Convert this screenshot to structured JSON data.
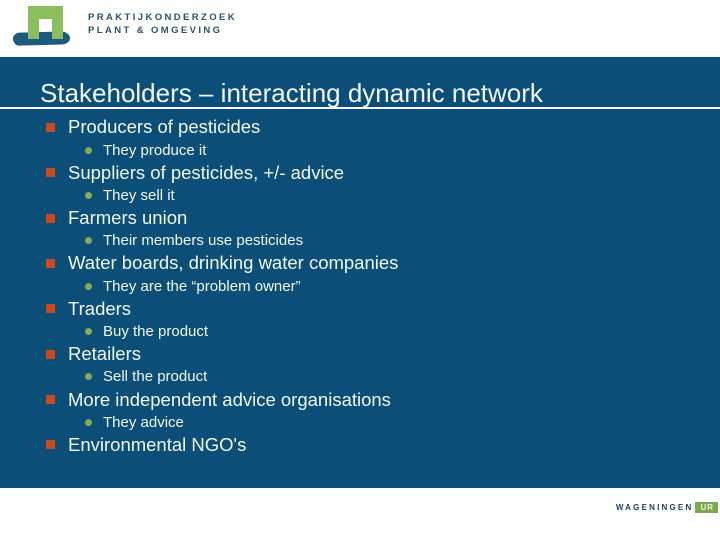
{
  "header": {
    "logo_line1": "PRAKTIJKONDERZOEK",
    "logo_line2": "PLANT & OMGEVING"
  },
  "slide": {
    "title": "Stakeholders – interacting dynamic network",
    "bullets": [
      {
        "label": "Producers of pesticides",
        "subs": [
          "They produce it"
        ]
      },
      {
        "label": "Suppliers of pesticides, +/- advice",
        "subs": [
          "They sell it"
        ]
      },
      {
        "label": "Farmers union",
        "subs": [
          "Their members use pesticides"
        ]
      },
      {
        "label": "Water boards, drinking water companies",
        "subs": [
          "They are the “problem owner”"
        ]
      },
      {
        "label": "Traders",
        "subs": [
          "Buy the product"
        ]
      },
      {
        "label": "Retailers",
        "subs": [
          "Sell the product"
        ]
      },
      {
        "label": "More independent advice organisations",
        "subs": [
          "They advice"
        ]
      },
      {
        "label": "Environmental NGO's",
        "subs": []
      }
    ]
  },
  "footer": {
    "brand": "WAGENINGEN",
    "badge": "UR"
  },
  "colors": {
    "body_background": "#0B4E78",
    "text": "#F2F8F4",
    "level1_bullet": "#C94B1D",
    "level2_bullet": "#8AAB52",
    "title_underline": "#FCFFFF",
    "logo_green": "#8CBE5D",
    "logo_blue": "#1E5A7D",
    "logo_text": "#2A536F",
    "wur_text": "#233F5F",
    "wur_badge_green": "#7AA94E"
  }
}
